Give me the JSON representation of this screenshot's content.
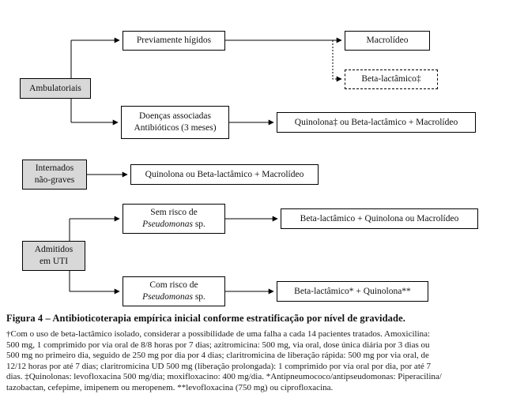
{
  "diagram": {
    "boxes": {
      "previamente": {
        "label": "Previamente hígidos"
      },
      "macrolideo": {
        "label": "Macrolídeo"
      },
      "beta_lactamico_dashed": {
        "label": "Beta-lactâmico‡"
      },
      "ambulatoriais": {
        "label": "Ambulatoriais"
      },
      "doencas": {
        "line1": "Doenças associadas",
        "line2": "Antibióticos (3 meses)"
      },
      "quinolona_beta_macrolideo": {
        "label": "Quinolona‡ ou Beta-lactâmico + Macrolídeo"
      },
      "internados": {
        "line1": "Internados",
        "line2": "não-graves"
      },
      "quinolona_ou_beta_macrolideo": {
        "label": "Quinolona ou Beta-lactâmico + Macrolídeo"
      },
      "sem_risco": {
        "line1": "Sem risco de",
        "line2_italic": "Pseudomonas",
        "line2_suffix": " sp."
      },
      "beta_quinolona_macrolideo": {
        "label": "Beta-lactâmico + Quinolona ou Macrolídeo"
      },
      "admitidos": {
        "line1": "Admitidos",
        "line2": "em UTI"
      },
      "com_risco": {
        "line1": "Com risco de",
        "line2_italic": "Pseudomonas",
        "line2_suffix": " sp."
      },
      "beta_quinolona": {
        "label": "Beta-lactâmico* + Quinolona**"
      }
    },
    "colors": {
      "box_border": "#000000",
      "gray_fill": "#d8d8d8",
      "white_fill": "#ffffff",
      "line": "#000000"
    }
  },
  "caption": {
    "label": "Figura 4",
    "text": "– Antibioticoterapia empírica inicial conforme estratificação por nível de gravidade."
  },
  "footnote": {
    "lines": [
      "†Com o uso de beta-lactâmico isolado, considerar a possibilidade de uma falha a cada 14 pacientes tratados. Amoxicilina:",
      "500 mg, 1 comprimido por via oral de 8/8 horas por 7 dias; azitromicina: 500 mg, via oral, dose única diária por 3 dias ou",
      "500 mg no primeiro dia, seguido de 250 mg por dia por 4 dias; claritromicina de liberação rápida: 500 mg por via oral, de",
      "12/12 horas por até 7 dias; claritromicina UD 500 mg (liberação prolongada): 1 comprimido por via oral por dia, por até 7",
      "dias. ‡Quinolonas: levofloxacina 500 mg/dia; moxifloxacino: 400 mg/dia. *Antipneumococo/antipseudomonas: Piperacilina/",
      "tazobactan, cefepime, imipenem ou meropenem. **levofloxacina (750 mg) ou ciprofloxacina."
    ]
  }
}
